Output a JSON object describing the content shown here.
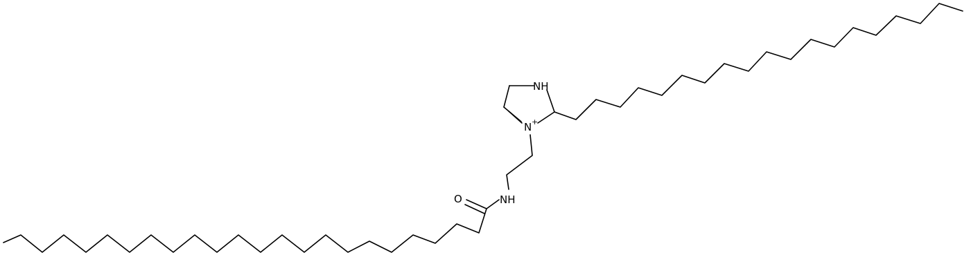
{
  "molecule": {
    "atom_labels": {
      "ring_nh": "NH",
      "ring_n_plus": "N",
      "charge": "+",
      "amide_nh": "NH",
      "carbonyl_o": "O"
    },
    "colors": {
      "bond": "#000000",
      "background": "#ffffff"
    }
  }
}
